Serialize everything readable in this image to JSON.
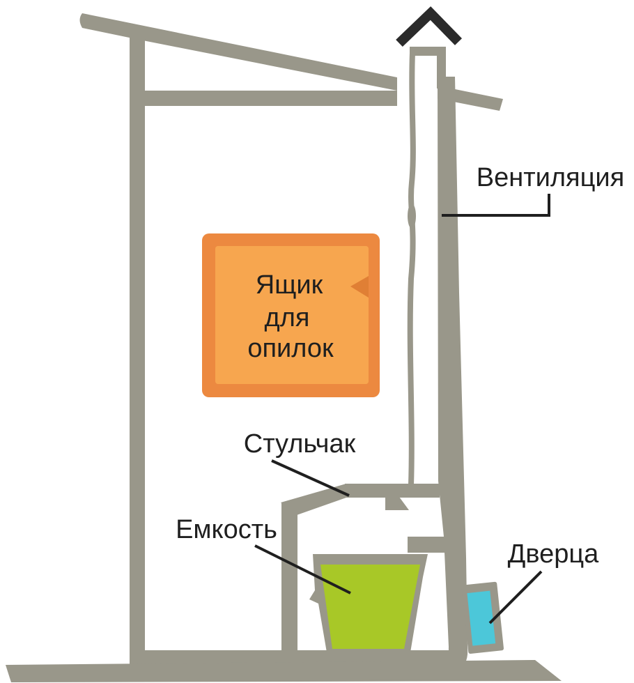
{
  "diagram": {
    "title_implicit": "Composting outhouse scheme",
    "labels": {
      "ventilation": "Вентиляция",
      "sawdust_box_line1": "Ящик",
      "sawdust_box_line2": "для",
      "sawdust_box_line3": "опилок",
      "seat": "Стульчак",
      "container": "Емкость",
      "door": "Дверца"
    },
    "colors": {
      "background": "#ffffff",
      "structure": "#99978a",
      "vent_cap": "#2b2b2b",
      "box_border": "#ec8940",
      "box_fill": "#f7a64f",
      "box_notch": "#e07f35",
      "bucket_green": "#a8c827",
      "door_blue": "#4cc7d9",
      "text": "#1f1f1f",
      "leader": "#1f1f1f",
      "mask": "#ffffff"
    }
  }
}
